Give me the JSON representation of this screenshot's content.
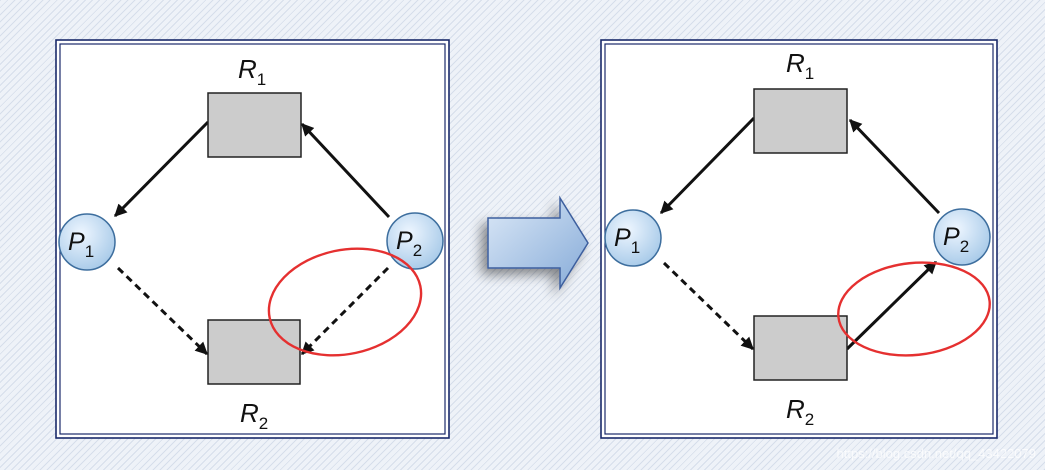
{
  "colors": {
    "frame": "#1a2a6b",
    "resource_fill": "#cccccc",
    "process_fill_start": "#e8f3ff",
    "process_fill_end": "#a9cdea",
    "highlight": "#e53030",
    "arrow_fill_start": "#d6e6f7",
    "arrow_fill_end": "#8db1dc"
  },
  "left_panel": {
    "r1": {
      "letter": "R",
      "sub": "1"
    },
    "r2": {
      "letter": "R",
      "sub": "2"
    },
    "p1": {
      "letter": "P",
      "sub": "1"
    },
    "p2": {
      "letter": "P",
      "sub": "2"
    }
  },
  "right_panel": {
    "r1": {
      "letter": "R",
      "sub": "1"
    },
    "r2": {
      "letter": "R",
      "sub": "2"
    },
    "p1": {
      "letter": "P",
      "sub": "1"
    },
    "p2": {
      "letter": "P",
      "sub": "2"
    }
  },
  "watermark": "https://blog.csdn.net/qq_43422079"
}
